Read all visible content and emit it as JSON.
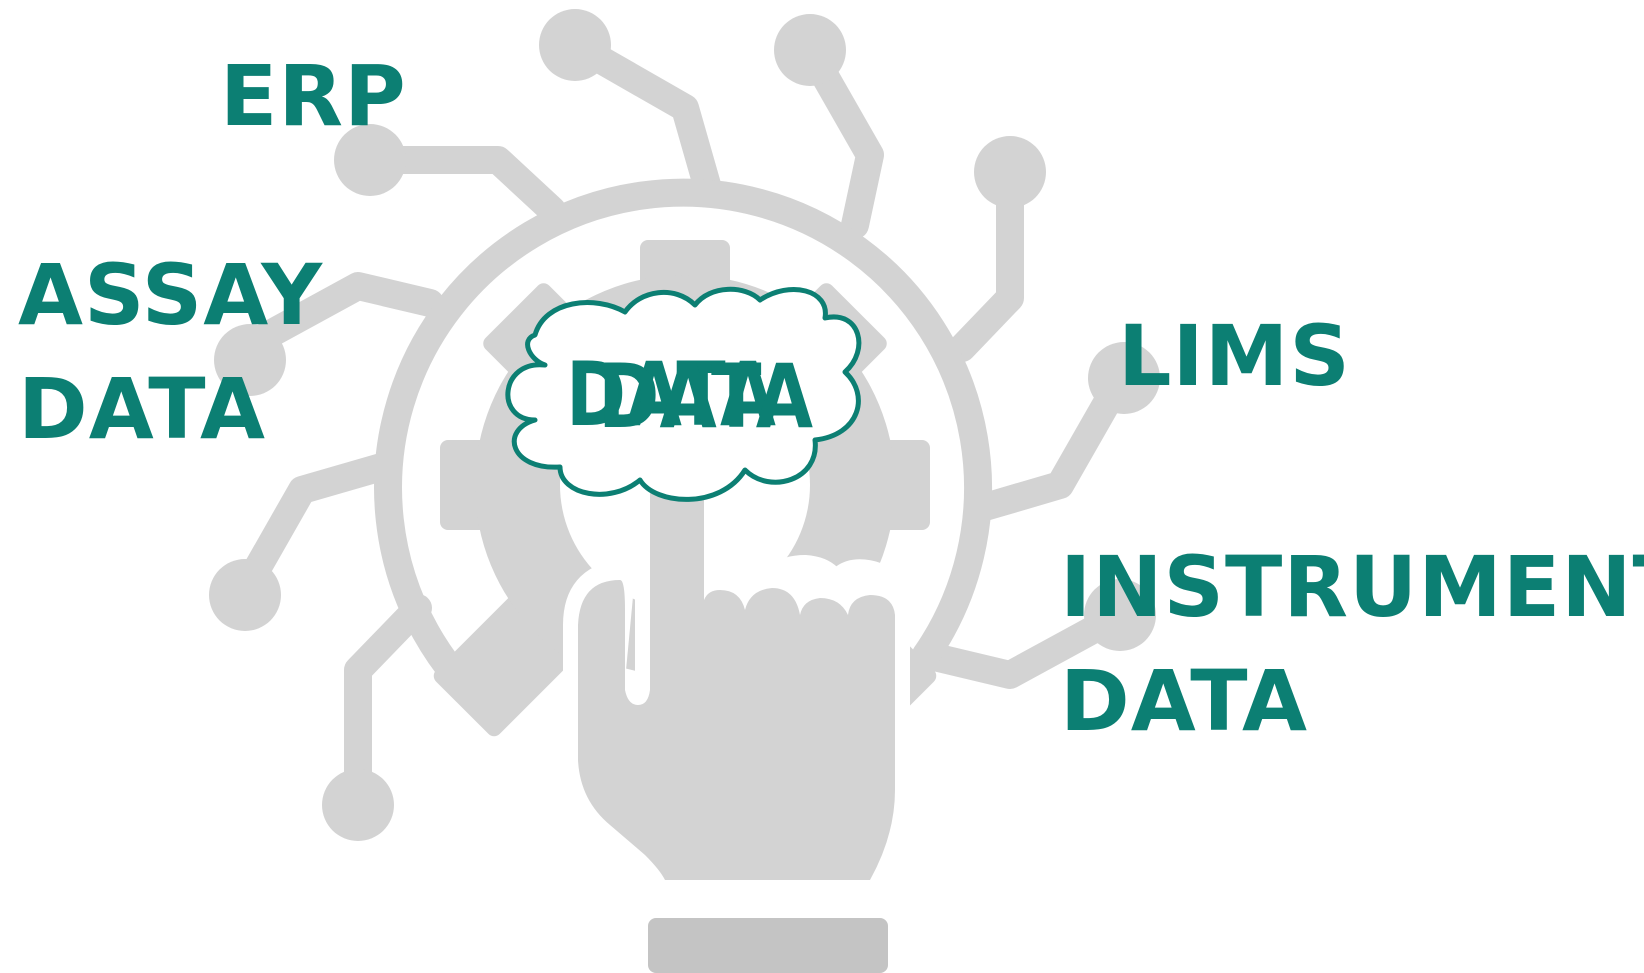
{
  "diagram": {
    "labels": {
      "erp": "ERP",
      "assay_line1": "ASSAY",
      "assay_line2": "DATA",
      "lims": "LIMS",
      "instrument_line1": "INSTRUMENT",
      "instrument_line2": "DATA"
    },
    "cloud": {
      "text_back": "DATA",
      "text_front": "DATA"
    },
    "colors": {
      "label_text": "#0c7f73",
      "cloud_outline": "#0c7f73",
      "illustration": "#d3d3d3",
      "illustration_dark": "#c4c4c4",
      "background": "#ffffff"
    },
    "icons": [
      "lightbulb-icon",
      "gear-icon",
      "pointing-hand-icon",
      "circuit-node-icon",
      "cloud-icon"
    ]
  }
}
